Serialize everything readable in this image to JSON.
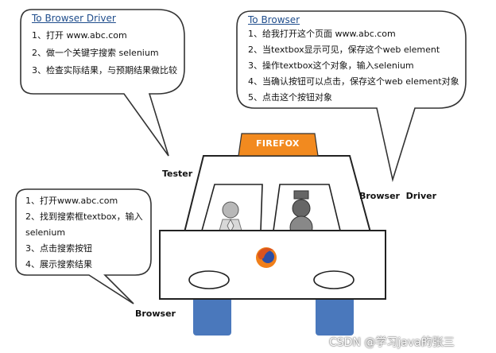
{
  "left_bubble": {
    "title": "To Browser Driver",
    "lines": [
      "1、打开 www.abc.com",
      "2、做一个关键字搜索 selenium",
      "3、检查实际结果，与预期结果做比较"
    ]
  },
  "right_bubble": {
    "title": "To Browser",
    "lines": [
      "1、给我打开这个页面 www.abc.com",
      "2、当textbox显示可见，保存这个web element",
      "3、操作textbox这个对象，输入selenium",
      "4、当确认按钮可以点击，保存这个web element对象",
      "5、点击这个按钮对象"
    ]
  },
  "bottom_bubble": {
    "lines": [
      "1、打开www.abc.com",
      "2、找到搜索框textbox，输入",
      "selenium",
      "3、点击搜索按钮",
      "4、展示搜索结果"
    ]
  },
  "labels": {
    "tester": "Tester",
    "browser_driver": "Browser  Driver",
    "browser": "Browser"
  },
  "car": {
    "sign": "FIREFOX"
  },
  "watermark": "CSDN @学习java的张三",
  "colors": {
    "sign": "#f28a1f",
    "wheels": "#4a78bc",
    "bubble_title": "#1f4d8c"
  }
}
